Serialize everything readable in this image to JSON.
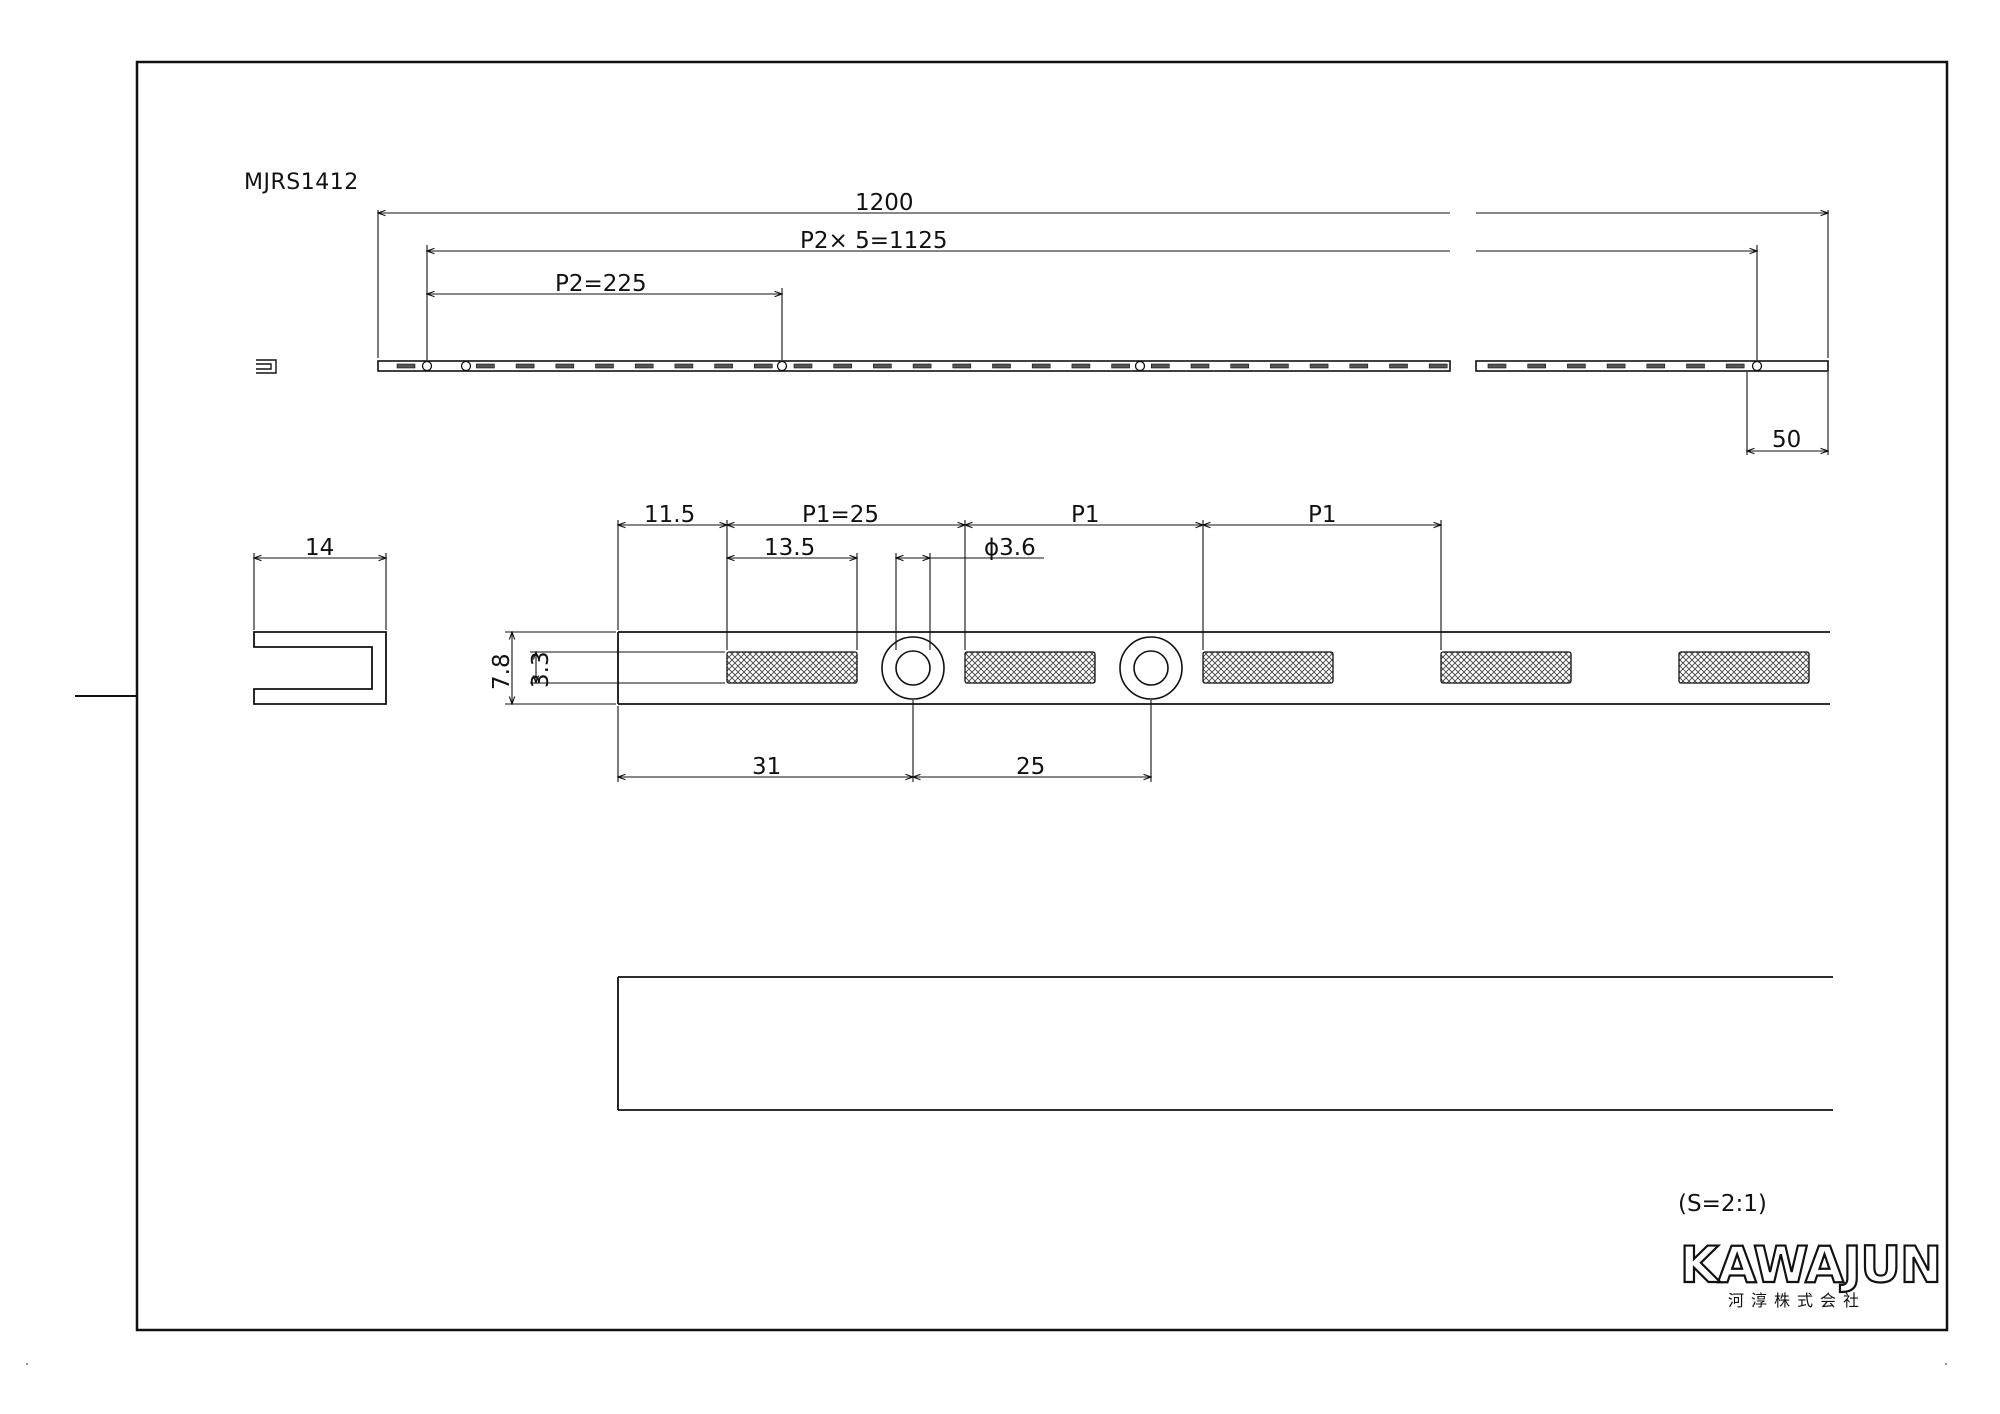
{
  "drawing": {
    "part_number": "MJRS1412",
    "scale": "(S=2:1)"
  },
  "dimensions": {
    "overall_length": "1200",
    "pitch_total": "P2× 5=1125",
    "pitch_p2": "P2=225",
    "end_offset": "50",
    "width": "14",
    "first_slot_offset": "11.5",
    "pitch_p1": "P1=25",
    "slot_length": "13.5",
    "p1_a": "P1",
    "p1_b": "P1",
    "hole_diameter": "ϕ3.6",
    "height": "7.8",
    "slot_height": "3.3",
    "hole_offset": "31",
    "hole_pitch": "25"
  },
  "brand": {
    "name": "KAWAJUN",
    "company": "河淳株式会社"
  }
}
